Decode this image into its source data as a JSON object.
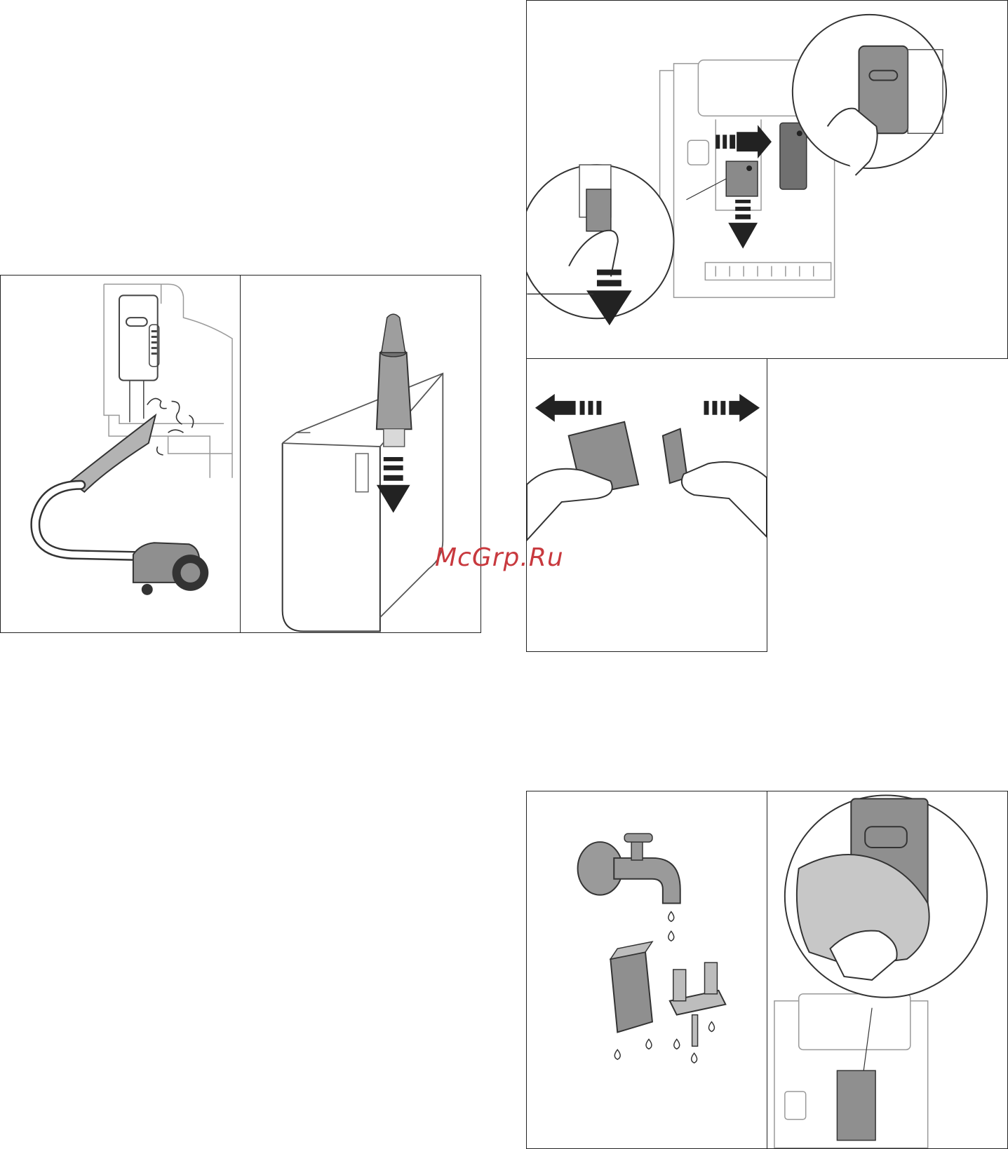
{
  "watermark": {
    "text": "McGrp.Ru",
    "color": "#c8393e"
  },
  "figures": [
    {
      "id": "vacuum-cleaning",
      "icon": "vacuum-cleaner-icon"
    },
    {
      "id": "water-tank-filter",
      "icon": "water-filter-icon"
    },
    {
      "id": "remove-infuser",
      "icon": "infuser-removal-icon"
    },
    {
      "id": "separate-infuser-parts",
      "icon": "hands-separating-icon"
    },
    {
      "id": "rinse-under-tap",
      "icon": "tap-water-icon"
    },
    {
      "id": "wipe-with-cloth",
      "icon": "cloth-wiping-icon"
    }
  ]
}
